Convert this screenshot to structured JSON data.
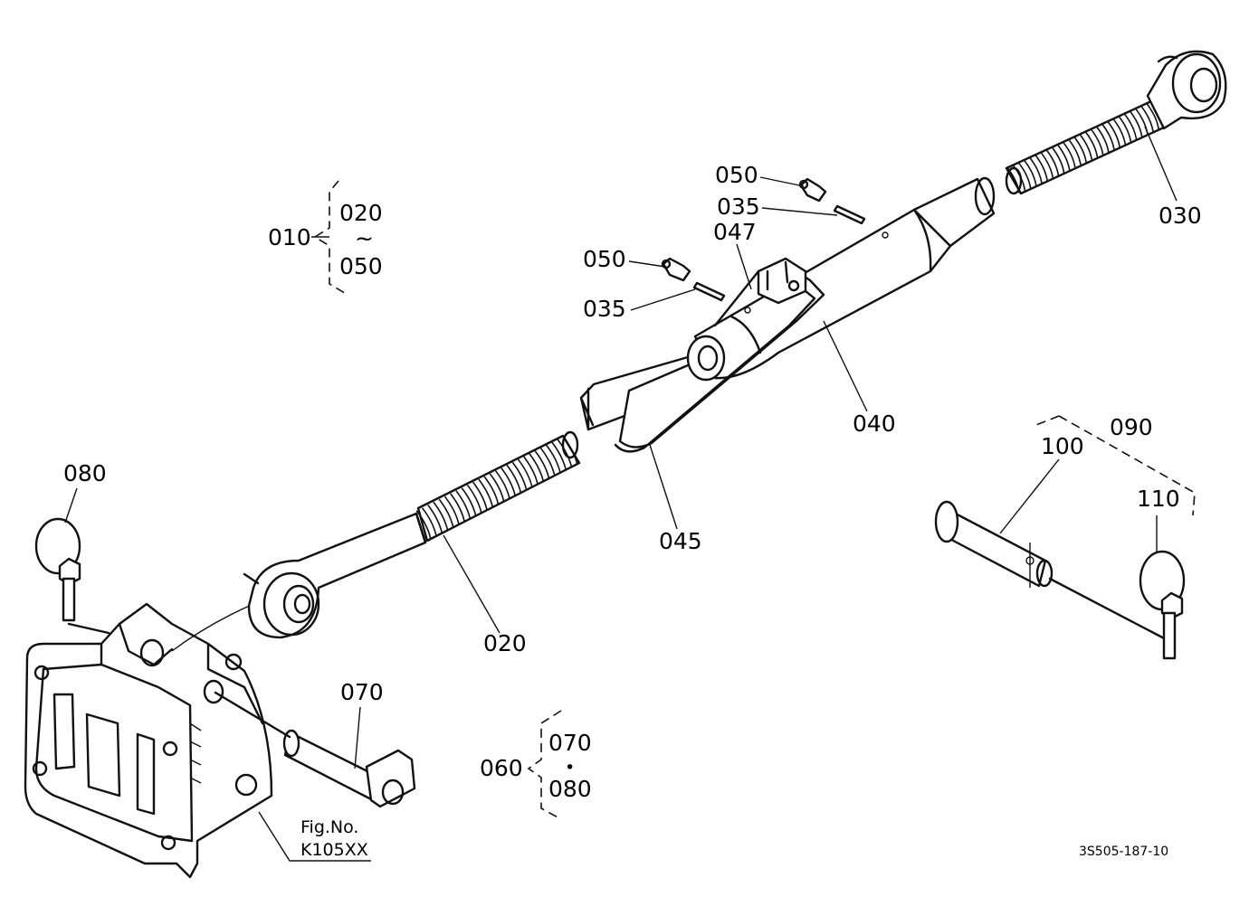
{
  "labels": {
    "p010": "010",
    "p020_range_start": "020",
    "p020_range_sep": "~",
    "p050_range_end": "050",
    "p050_a": "050",
    "p035_a": "035",
    "p047": "047",
    "p050_b": "050",
    "p035_b": "035",
    "p030": "030",
    "p040": "040",
    "p045": "045",
    "p020": "020",
    "p080": "080",
    "p070": "070",
    "p060": "060",
    "p070_set": "070",
    "p_set_sep": "•",
    "p080_set": "080",
    "p090": "090",
    "p100": "100",
    "p110": "110"
  },
  "figure_ref": {
    "line1": "Fig.No.",
    "line2": "K105XX"
  },
  "drawing_code": "3S505-187-10"
}
